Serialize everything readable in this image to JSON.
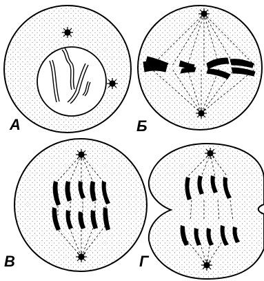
{
  "panels": [
    {
      "label": "А",
      "stage": "prophase"
    },
    {
      "label": "Б",
      "stage": "metaphase"
    },
    {
      "label": "В",
      "stage": "anaphase"
    },
    {
      "label": "Г",
      "stage": "telophase"
    }
  ],
  "colors": {
    "ink": "#000000",
    "background": "#ffffff",
    "stipple": "#555555"
  }
}
